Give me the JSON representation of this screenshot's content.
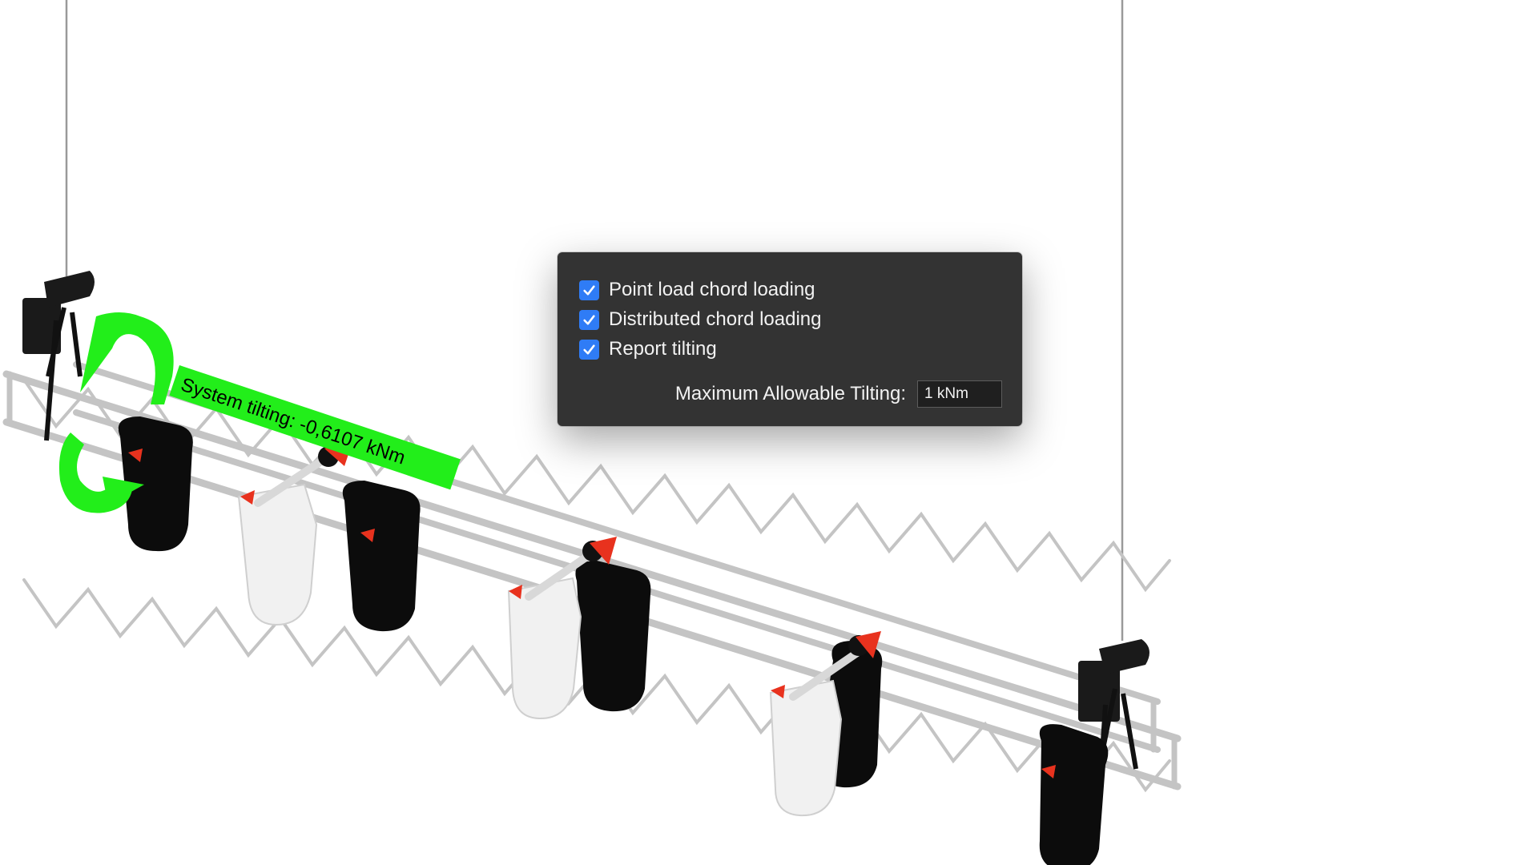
{
  "viewport": {
    "annotation": {
      "text": "System tilting: -0,6107 kNm",
      "color": "#22ee1a"
    }
  },
  "options_panel": {
    "options": [
      {
        "label": "Point load chord loading",
        "checked": true
      },
      {
        "label": "Distributed chord loading",
        "checked": true
      },
      {
        "label": "Report tilting",
        "checked": true
      }
    ],
    "max_tilting": {
      "label": "Maximum Allowable Tilting:",
      "value": "1 kNm"
    }
  },
  "colors": {
    "checkbox_accent": "#2f7cf6",
    "panel_background": "#333333",
    "annotation_green": "#22ee1a",
    "truss": "#c8c8c8",
    "marker_red": "#e8321e"
  }
}
